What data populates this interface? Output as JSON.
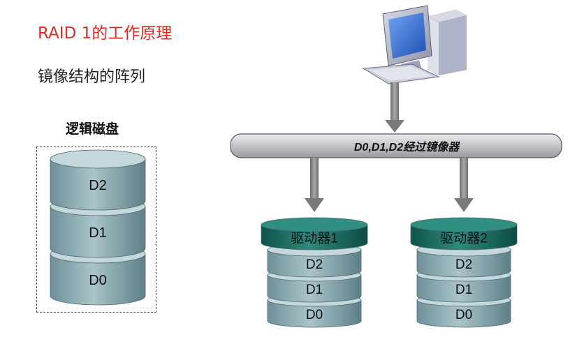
{
  "title": "RAID 1的工作原理",
  "subtitle": "镜像结构的阵列",
  "logical_disk": {
    "title": "逻辑磁盘",
    "layers": [
      "D2",
      "D1",
      "D0"
    ]
  },
  "bus": {
    "label": "D0,D1,D2经过镜像器"
  },
  "drives": [
    {
      "name": "驱动器1",
      "layers": [
        "D2",
        "D1",
        "D0"
      ]
    },
    {
      "name": "驱动器2",
      "layers": [
        "D2",
        "D1",
        "D0"
      ]
    }
  ],
  "colors": {
    "title": "#e02b20",
    "cylinder_body": "#8fb0b8",
    "cylinder_top": "#c4d7db",
    "drive_cap": "#1c6b60",
    "bus": "#c9c9cc",
    "arrow": "#7a7a7a"
  }
}
